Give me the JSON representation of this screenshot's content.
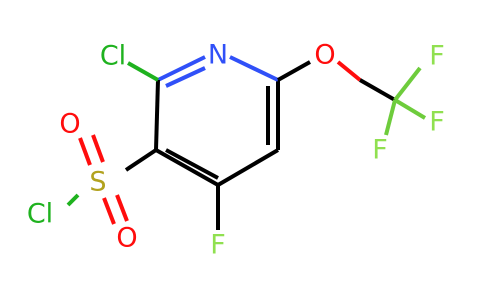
{
  "molecule": {
    "atoms": {
      "n": {
        "label": "N",
        "color": "#3050f8"
      },
      "cl_ring": {
        "label": "Cl",
        "color": "#1fb21f"
      },
      "o_ether": {
        "label": "O",
        "color": "#ff0d0d"
      },
      "f1": {
        "label": "F",
        "color": "#90e050"
      },
      "f2": {
        "label": "F",
        "color": "#90e050"
      },
      "f3": {
        "label": "F",
        "color": "#90e050"
      },
      "f_ring": {
        "label": "F",
        "color": "#90e050"
      },
      "s": {
        "label": "S",
        "color": "#b2a21f"
      },
      "o_upper": {
        "label": "O",
        "color": "#ff0d0d"
      },
      "o_lower": {
        "label": "O",
        "color": "#ff0d0d"
      },
      "cl_sulfonyl": {
        "label": "Cl",
        "color": "#1fb21f"
      }
    }
  }
}
